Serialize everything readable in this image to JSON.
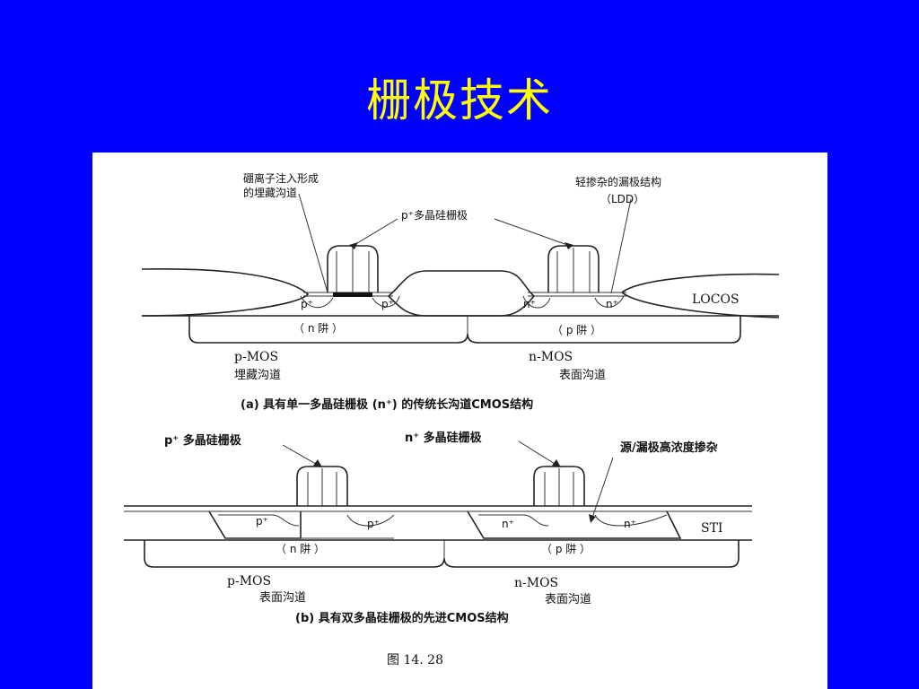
{
  "slide": {
    "title": "栅极技术"
  },
  "figure": {
    "a": {
      "callout_boron_line1": "硼离子注入形成",
      "callout_boron_line2": "的埋藏沟道",
      "callout_ldd_line1": "轻掺杂的漏极结构",
      "callout_ldd_line2": "（LDD）",
      "callout_poly": "p⁺多晶硅栅极",
      "locos": "LOCOS",
      "p_plus": "p⁺",
      "n_plus": "n⁺",
      "n_well": "（ n 阱 ）",
      "p_well": "（ p 阱 ）",
      "pmos": "p-MOS",
      "pmos_channel": "埋藏沟道",
      "nmos": "n-MOS",
      "nmos_channel": "表面沟道",
      "caption": "(a) 具有单一多晶硅栅极 (n⁺) 的传统长沟道CMOS结构"
    },
    "b": {
      "callout_p_poly": "p⁺ 多晶硅栅极",
      "callout_n_poly": "n⁺ 多晶硅栅极",
      "callout_sd": "源/漏极高浓度掺杂",
      "sti": "STI",
      "p_plus": "p⁺",
      "n_plus": "n⁺",
      "n_well": "（ n 阱 ）",
      "p_well": "（ p 阱 ）",
      "pmos": "p-MOS",
      "pmos_channel": "表面沟道",
      "nmos": "n-MOS",
      "nmos_channel": "表面沟道",
      "caption": "(b) 具有双多晶硅栅极的先进CMOS结构"
    },
    "figure_number": "图 14. 28"
  }
}
